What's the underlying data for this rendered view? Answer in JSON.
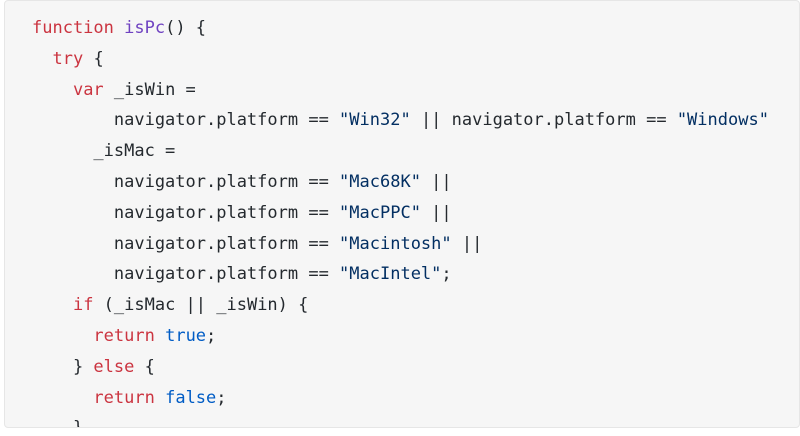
{
  "code": {
    "lines": [
      [
        {
          "t": "function ",
          "c": "kw"
        },
        {
          "t": "isPc",
          "c": "fn"
        },
        {
          "t": "() {",
          "c": "plain"
        }
      ],
      [
        {
          "t": "  ",
          "c": "plain"
        },
        {
          "t": "try",
          "c": "kw"
        },
        {
          "t": " {",
          "c": "plain"
        }
      ],
      [
        {
          "t": "    ",
          "c": "plain"
        },
        {
          "t": "var",
          "c": "kw"
        },
        {
          "t": " _isWin =",
          "c": "plain"
        }
      ],
      [
        {
          "t": "        navigator.platform == ",
          "c": "plain"
        },
        {
          "t": "\"Win32\"",
          "c": "str"
        },
        {
          "t": " || navigator.platform == ",
          "c": "plain"
        },
        {
          "t": "\"Windows\"",
          "c": "str"
        }
      ],
      [
        {
          "t": "      _isMac =",
          "c": "plain"
        }
      ],
      [
        {
          "t": "        navigator.platform == ",
          "c": "plain"
        },
        {
          "t": "\"Mac68K\"",
          "c": "str"
        },
        {
          "t": " ||",
          "c": "plain"
        }
      ],
      [
        {
          "t": "        navigator.platform == ",
          "c": "plain"
        },
        {
          "t": "\"MacPPC\"",
          "c": "str"
        },
        {
          "t": " ||",
          "c": "plain"
        }
      ],
      [
        {
          "t": "        navigator.platform == ",
          "c": "plain"
        },
        {
          "t": "\"Macintosh\"",
          "c": "str"
        },
        {
          "t": " ||",
          "c": "plain"
        }
      ],
      [
        {
          "t": "        navigator.platform == ",
          "c": "plain"
        },
        {
          "t": "\"MacIntel\"",
          "c": "str"
        },
        {
          "t": ";",
          "c": "plain"
        }
      ],
      [
        {
          "t": "    ",
          "c": "plain"
        },
        {
          "t": "if",
          "c": "kw"
        },
        {
          "t": " (_isMac || _isWin) {",
          "c": "plain"
        }
      ],
      [
        {
          "t": "      ",
          "c": "plain"
        },
        {
          "t": "return",
          "c": "kw"
        },
        {
          "t": " ",
          "c": "plain"
        },
        {
          "t": "true",
          "c": "lit"
        },
        {
          "t": ";",
          "c": "plain"
        }
      ],
      [
        {
          "t": "    } ",
          "c": "plain"
        },
        {
          "t": "else",
          "c": "kw"
        },
        {
          "t": " {",
          "c": "plain"
        }
      ],
      [
        {
          "t": "      ",
          "c": "plain"
        },
        {
          "t": "return",
          "c": "kw"
        },
        {
          "t": " ",
          "c": "plain"
        },
        {
          "t": "false",
          "c": "lit"
        },
        {
          "t": ";",
          "c": "plain"
        }
      ],
      [
        {
          "t": "    }",
          "c": "plain"
        }
      ]
    ]
  },
  "colors": {
    "keyword": "#cb3440",
    "function_name": "#6f42c1",
    "string": "#032f62",
    "literal": "#005cc5",
    "text": "#24292e",
    "background": "#f6f6f6"
  }
}
